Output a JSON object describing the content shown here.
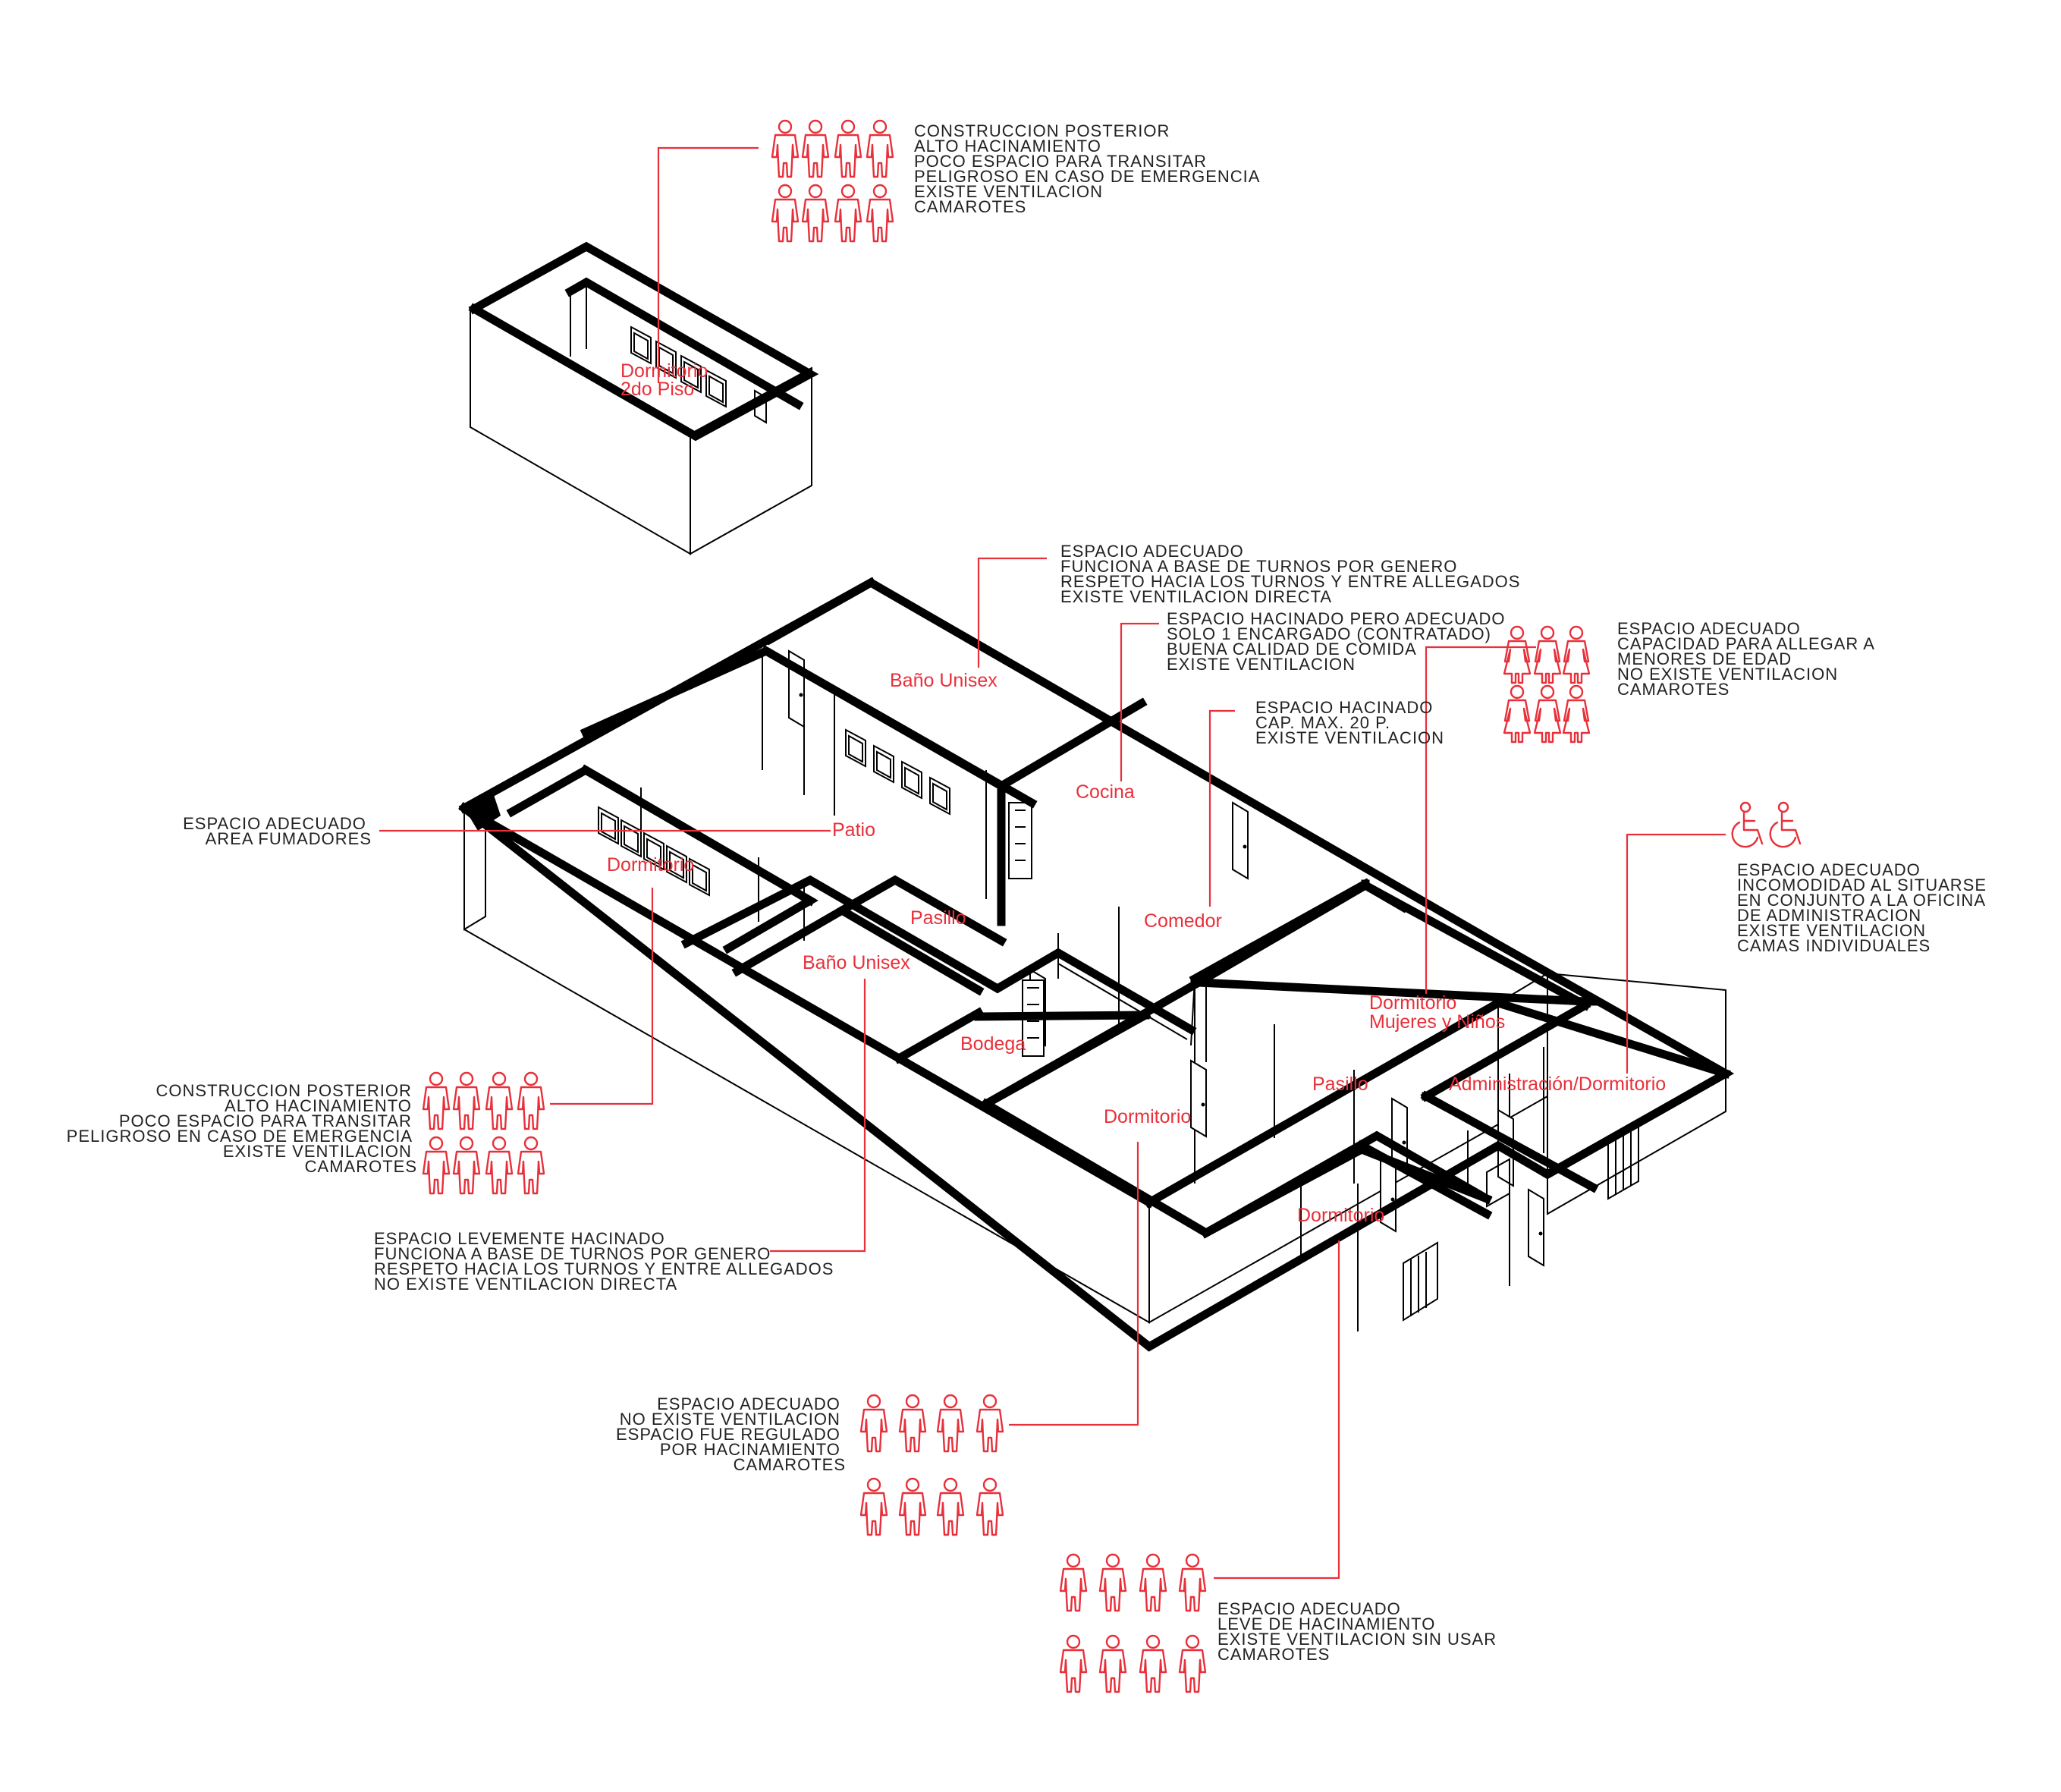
{
  "colors": {
    "annotation_red": "#e8303a",
    "wall_black": "#000000",
    "text_dark": "#222222"
  },
  "rooms": {
    "dormitorio_2do_piso": [
      "Dormitorio",
      "2do Piso"
    ],
    "bano_unisex_norte": "Baño Unisex",
    "cocina": "Cocina",
    "patio": "Patio",
    "dormitorio_oeste": "Dormitorio",
    "pasillo_oeste": "Pasillo",
    "comedor": "Comedor",
    "bano_unisex_sur": "Baño Unisex",
    "bodega": "Bodega",
    "dormitorio_mujeres": [
      "Dormitorio",
      "Mujeres y Niños"
    ],
    "pasillo_este": "Pasillo",
    "administracion": "Administración/Dormitorio",
    "dormitorio_centro": "Dormitorio",
    "dormitorio_sur": "Dormitorio"
  },
  "notes": {
    "segundo_piso": [
      "CONSTRUCCION POSTERIOR",
      "ALTO HACINAMIENTO",
      "POCO ESPACIO PARA TRANSITAR",
      "PELIGROSO EN CASO DE EMERGENCIA",
      "EXISTE VENTILACION",
      "CAMAROTES"
    ],
    "bano_norte": [
      "ESPACIO ADECUADO",
      "FUNCIONA A BASE DE TURNOS POR GENERO",
      "RESPETO HACIA LOS TURNOS Y ENTRE ALLEGADOS",
      "EXISTE VENTILACION DIRECTA"
    ],
    "cocina": [
      "ESPACIO HACINADO PERO ADECUADO",
      "SOLO 1 ENCARGADO (CONTRATADO)",
      "BUENA CALIDAD DE COMIDA",
      "EXISTE VENTILACION"
    ],
    "comedor": [
      "ESPACIO HACINADO",
      "CAP. MAX. 20 P.",
      "EXISTE VENTILACION"
    ],
    "mujeres": [
      "ESPACIO ADECUADO",
      "CAPACIDAD PARA ALLEGAR A",
      "MENORES DE EDAD",
      "NO EXISTE VENTILACION",
      "CAMAROTES"
    ],
    "patio": [
      "ESPACIO ADECUADO",
      "AREA FUMADORES"
    ],
    "administracion": [
      "ESPACIO ADECUADO",
      "INCOMODIDAD AL SITUARSE",
      "EN CONJUNTO A LA OFICINA",
      "DE ADMINISTRACION",
      "EXISTE VENTILACION",
      "CAMAS INDIVIDUALES"
    ],
    "dormitorio_oeste": [
      "CONSTRUCCION POSTERIOR",
      "ALTO HACINAMIENTO",
      "POCO ESPACIO PARA TRANSITAR",
      "PELIGROSO EN CASO DE EMERGENCIA",
      "EXISTE VENTILACION",
      "CAMAROTES"
    ],
    "bano_sur": [
      "ESPACIO LEVEMENTE HACINADO",
      "FUNCIONA A BASE DE TURNOS POR GENERO",
      "RESPETO HACIA LOS TURNOS Y ENTRE ALLEGADOS",
      "NO EXISTE VENTILACION DIRECTA"
    ],
    "dormitorio_centro": [
      "ESPACIO ADECUADO",
      "NO EXISTE VENTILACION",
      "ESPACIO FUE REGULADO",
      "POR HACINAMIENTO",
      "CAMAROTES"
    ],
    "dormitorio_sur": [
      "ESPACIO ADECUADO",
      "LEVE DE HACINAMIENTO",
      "EXISTE VENTILACION SIN USAR",
      "CAMAROTES"
    ]
  },
  "icons": {
    "male_person": "person-icon",
    "female_person": "female-person-icon",
    "wheelchair": "wheelchair-icon"
  }
}
